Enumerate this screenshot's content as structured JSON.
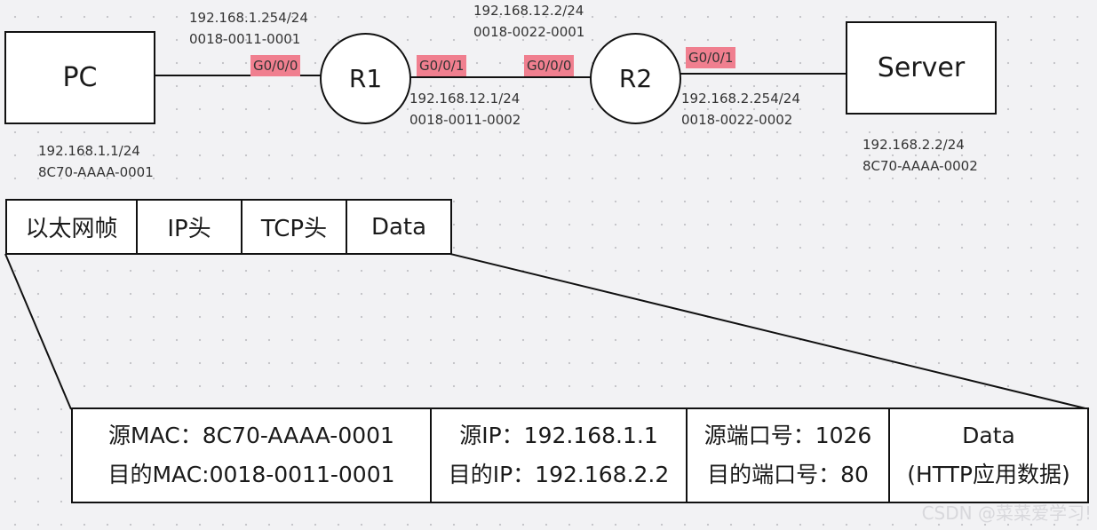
{
  "topology": {
    "pc": {
      "label": "PC",
      "ip": "192.168.1.1/24",
      "mac": "8C70-AAAA-0001"
    },
    "r1": {
      "label": "R1",
      "g000": {
        "port": "G0/0/0",
        "ip": "192.168.1.254/24",
        "mac": "0018-0011-0001"
      },
      "g001": {
        "port": "G0/0/1",
        "ip": "192.168.12.1/24",
        "mac": "0018-0011-0002"
      }
    },
    "r2": {
      "label": "R2",
      "g000": {
        "port": "G0/0/0",
        "ip": "192.168.12.2/24",
        "mac": "0018-0022-0001"
      },
      "g001": {
        "port": "G0/0/1",
        "ip": "192.168.2.254/24",
        "mac": "0018-0022-0002"
      }
    },
    "server": {
      "label": "Server",
      "ip": "192.168.2.2/24",
      "mac": "8C70-AAAA-0002"
    }
  },
  "frame": {
    "cells": [
      "以太网帧",
      "IP头",
      "TCP头",
      "Data"
    ]
  },
  "detail": {
    "ethernet": {
      "line1": "源MAC：8C70-AAAA-0001",
      "line2": "目的MAC:0018-0011-0001"
    },
    "ip": {
      "line1": "源IP：192.168.1.1",
      "line2": "目的IP：192.168.2.2"
    },
    "tcp": {
      "line1": "源端口号：1026",
      "line2": "目的端口号：80"
    },
    "data": {
      "line1": "Data",
      "line2": "(HTTP应用数据)"
    }
  },
  "watermark": "CSDN @菜菜爱学习!",
  "colors": {
    "port_highlight": "#f07f8f",
    "background": "#f2f2f4",
    "stroke": "#111111"
  }
}
